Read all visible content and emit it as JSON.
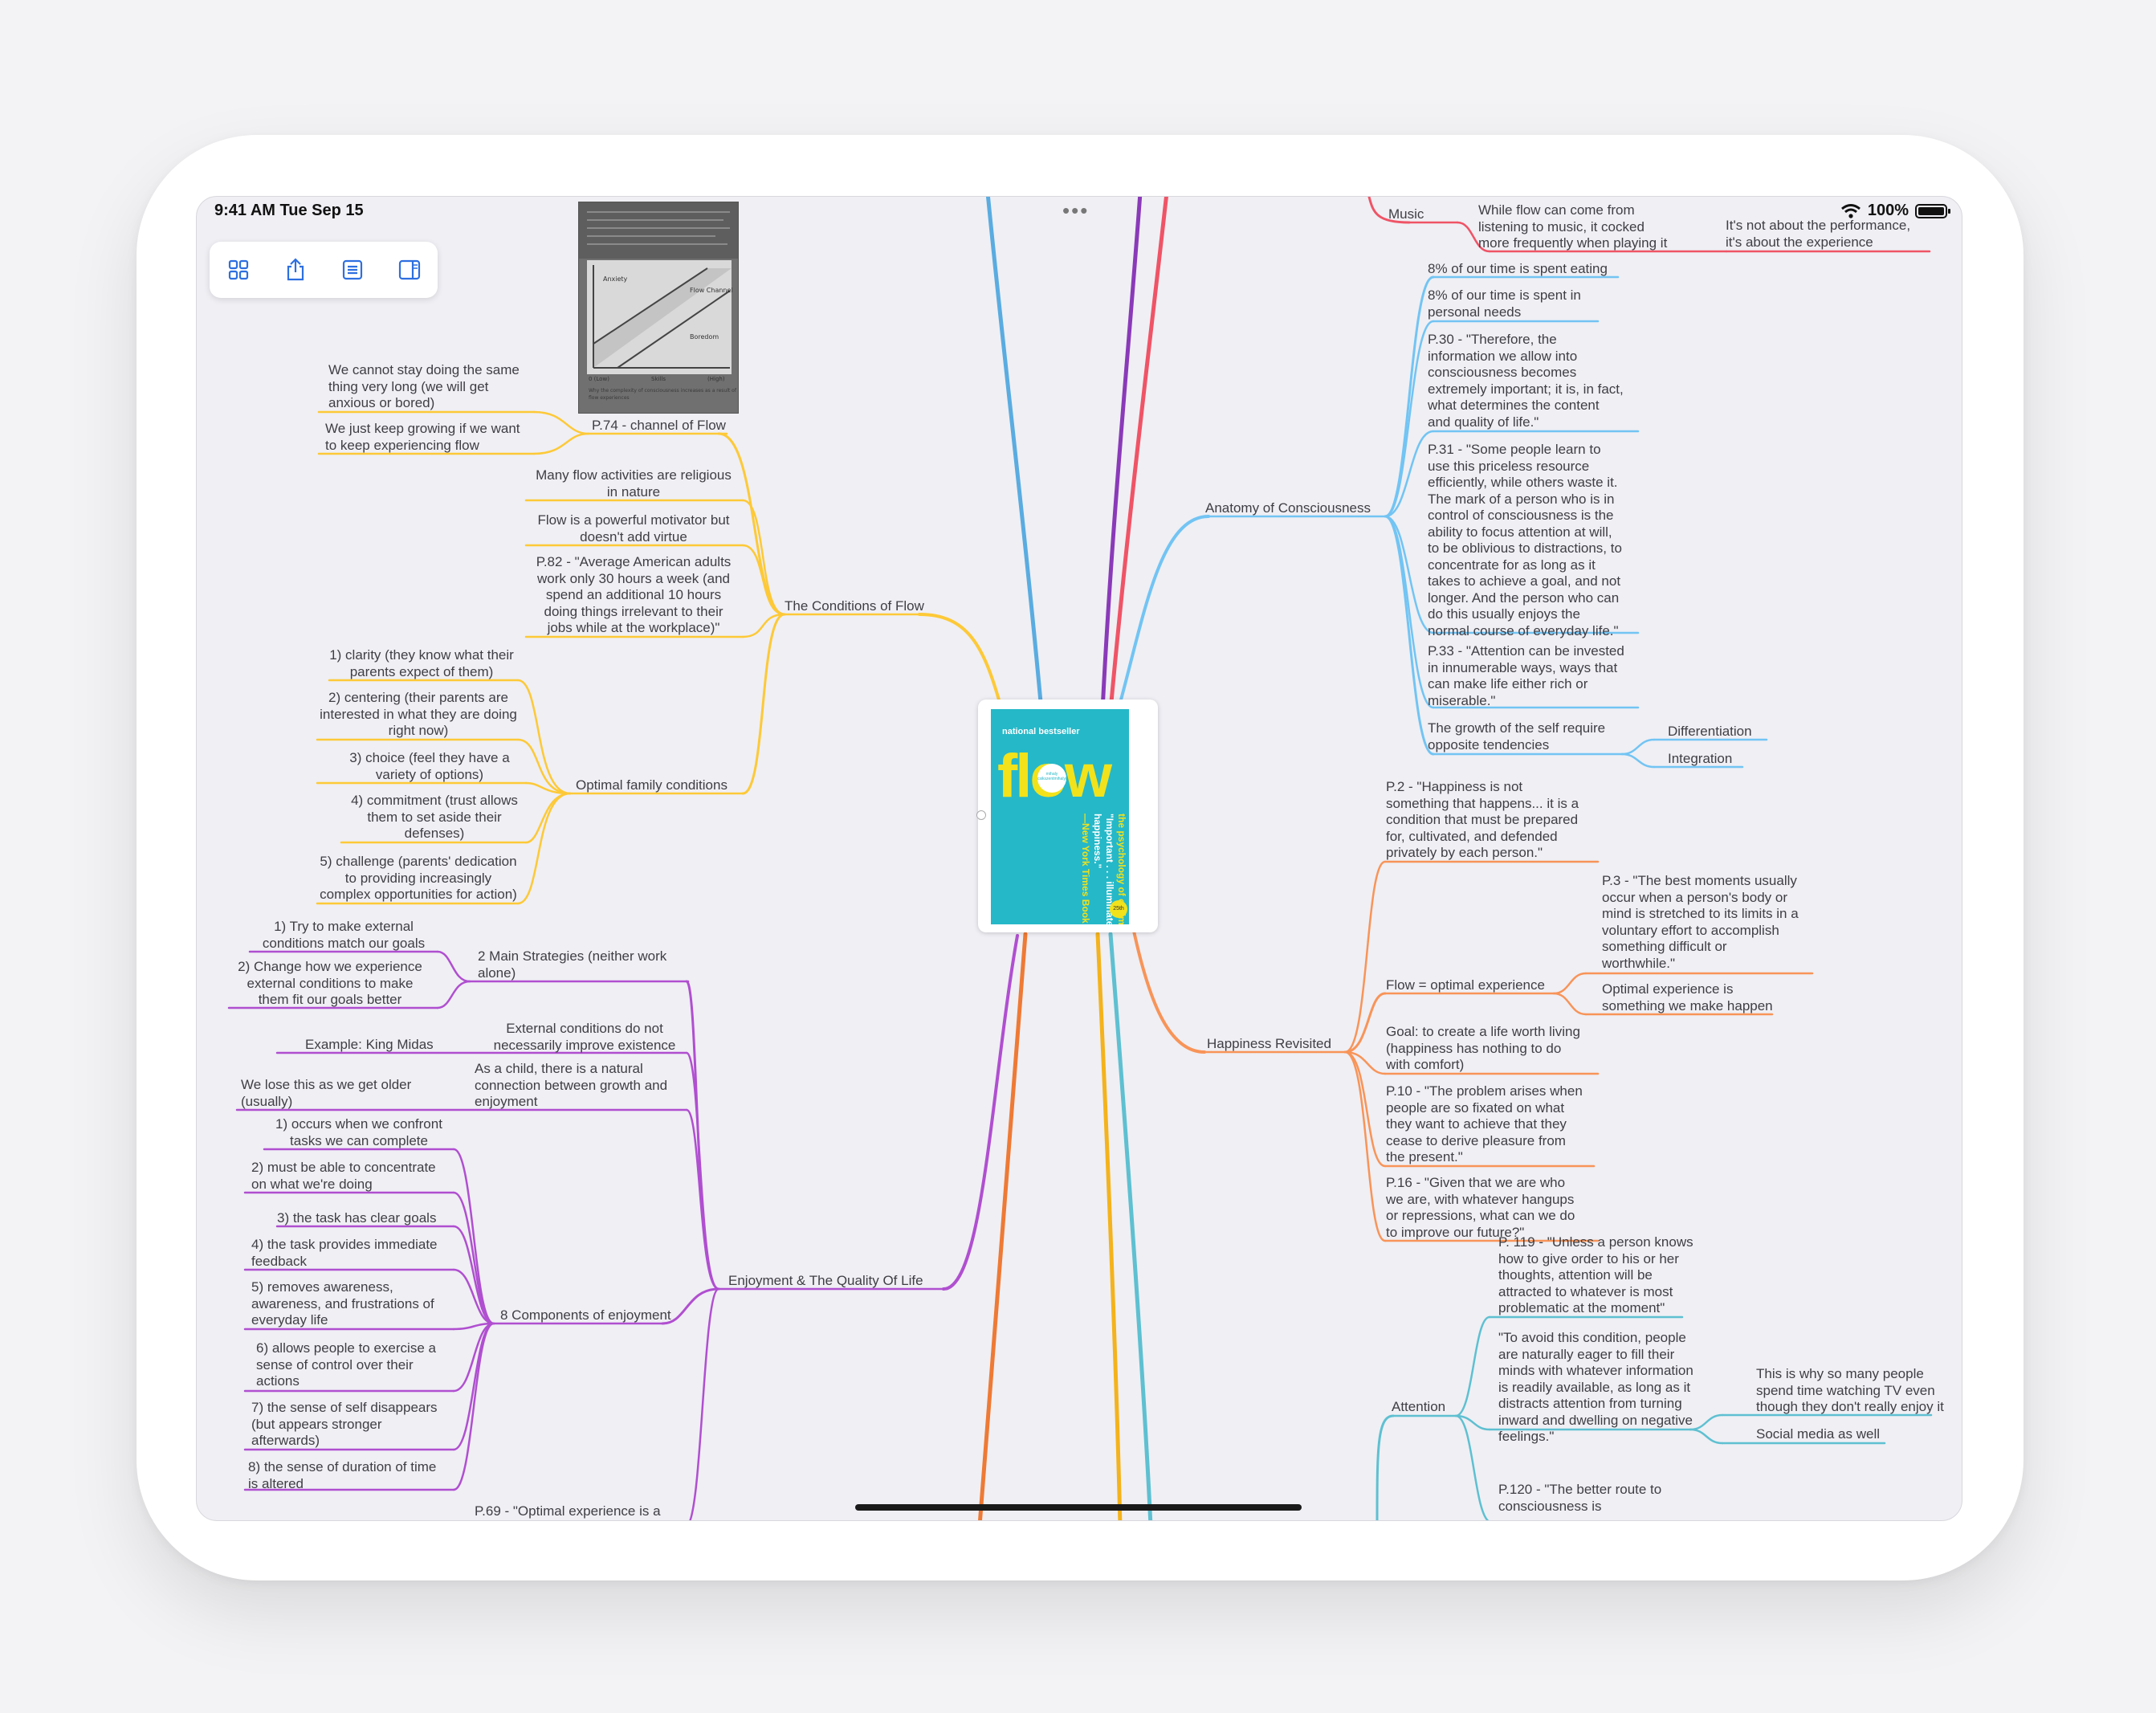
{
  "status": {
    "time": "9:41 AM   Tue Sep 15",
    "battery": "100%"
  },
  "menu_dots": "•••",
  "toolbar": [
    {
      "icon": "grid-icon"
    },
    {
      "icon": "share-icon"
    },
    {
      "icon": "outline-icon"
    },
    {
      "icon": "sidebar-icon"
    }
  ],
  "photo": {
    "line1": "Why the complexity of consciousness increases as a result of",
    "line2": "flow experiences",
    "labels": {
      "anxiety": "Anxiety",
      "flow": "Flow Channel",
      "boredom": "Boredom",
      "low": "0 (Low)",
      "skills": "Skills",
      "high": "(High)"
    }
  },
  "book": {
    "bestseller": "national bestseller",
    "title": "flow",
    "subtitle": "the psychology of optimal experience",
    "quote": "\"Important . . . illuminates the way to happiness.\"",
    "source": "—New York Times Book Review",
    "badge": "mihaly csikszentmihalyi",
    "sticker": "25th"
  },
  "colors": {
    "yellow": "#fdc937",
    "purple": "#b04fd0",
    "blue": "#72c4f3",
    "orange": "#f89458",
    "teal": "#5ec0d1",
    "red": "#ef5466",
    "violet": "#8a3ab8",
    "goldline": "#f4b31c",
    "orangeline": "#ee7a35"
  },
  "nodes": {
    "conditions_of_flow": "The Conditions of Flow",
    "p74_channel": "P.74 - channel of Flow",
    "cannot_stay": "We cannot stay doing the same\nthing very long (we will get\nanxious or bored)",
    "keep_growing": "We just keep growing if we want\nto keep experiencing flow",
    "religious": "Many flow activities are religious\nin nature",
    "motivator": "Flow is a powerful motivator but\ndoesn't add virtue",
    "p82": "P.82 - \"Average American adults\nwork only 30 hours a week (and\nspend an additional 10 hours\ndoing things irrelevant to their\njobs while at the workplace)\"",
    "optimal_family": "Optimal family conditions",
    "clarity": "1) clarity (they know what their\nparents expect of them)",
    "centering": "2) centering (their parents are\ninterested in what they are doing\nright now)",
    "choice": "3) choice (feel they have a\nvariety of options)",
    "commitment": "4) commitment (trust allows\nthem to set aside their\ndefenses)",
    "challenge": "5) challenge (parents' dedication\nto providing increasingly\ncomplex opportunities for action)",
    "enjoyment_quality": "Enjoyment & The Quality Of Life",
    "two_strategies": "2 Main Strategies (neither work\nalone)",
    "try_match": "1) Try to make external\nconditions match our goals",
    "change_how": "2) Change how we experience\nexternal conditions to make\nthem fit our goals better",
    "external_conditions": "External conditions do not\nnecessarily improve existence",
    "king_midas": "Example: King Midas",
    "as_child": "As a child, there is a natural\nconnection between growth and\nenjoyment",
    "lose_this": "We lose this as we get older\n(usually)",
    "eight_components": "8 Components of enjoyment",
    "comp1": "1) occurs when we confront\ntasks we can complete",
    "comp2": "2) must be able to concentrate\non what we're doing",
    "comp3": "3) the task has clear goals",
    "comp4": "4) the task provides immediate\nfeedback",
    "comp5": "5) removes awareness,\nawareness, and frustrations of\neveryday life",
    "comp6": "6) allows people to exercise a\nsense of control over their\nactions",
    "comp7": "7) the sense of self disappears\n(but appears stronger\nafterwards)",
    "comp8": "8) the sense of duration of time\nis altered",
    "p69": "P.69 - \"Optimal experience is a",
    "music": "Music",
    "music_play": "While flow can come from\nlistening to music, it cocked\nmore frequently when playing it",
    "music_performance": "It's not about the performance,\nit's about the experience",
    "anatomy": "Anatomy of Consciousness",
    "eating": "8% of our time is spent eating",
    "personal_needs": "8% of our time is spent in\npersonal needs",
    "p30": "P.30 - \"Therefore, the\ninformation we allow into\nconsciousness becomes\nextremely important; it is, in fact,\nwhat determines the content\nand quality of life.\"",
    "p31": "P.31 - \"Some people learn to\nuse this priceless resource\nefficiently, while others waste it.\nThe mark of a person who is in\ncontrol of consciousness is the\nability to focus attention at will,\nto be oblivious to distractions, to\nconcentrate for as long as it\ntakes to achieve a goal, and not\nlonger. And the person who can\ndo this usually enjoys the\nnormal course of everyday life.\"",
    "p33": "P.33 - \"Attention can be invested\nin innumerable ways, ways that\ncan make life either rich or\nmiserable.\"",
    "growth_self": "The growth of the self require\nopposite tendencies",
    "differentiation": "Differentiation",
    "integration": "Integration",
    "happiness_revisited": "Happiness Revisited",
    "p2": "P.2 - \"Happiness is not\nsomething that happens... it is a\ncondition that must be prepared\nfor, cultivated, and defended\nprivately by each person.\"",
    "flow_optimal": "Flow = optimal experience",
    "p3": "P.3 - \"The best moments usually\noccur when a person's body or\nmind is stretched to its limits in a\nvoluntary effort to accomplish\nsomething difficult or\nworthwhile.\"",
    "optimal_make": "Optimal experience is\nsomething we make happen",
    "goal_life": "Goal: to create a life worth living\n(happiness has nothing to do\nwith comfort)",
    "p10": "P.10 - \"The problem arises when\npeople are so fixated on what\nthey want to achieve that they\ncease to derive pleasure from\nthe present.\"",
    "p16": "P.16 - \"Given that we are who\nwe are, with whatever hangups\nor repressions, what can we do\nto improve our future?\"",
    "attention": "Attention",
    "p119": "P. 119 - \"Unless a person knows\nhow to give order to his or her\nthoughts, attention will be\nattracted to whatever is most\nproblematic at the moment\"",
    "avoid": "\"To avoid this condition, people\nare naturally eager to fill their\nminds with whatever information\nis readily available, as long as it\ndistracts attention from turning\ninward and dwelling on negative\nfeelings.\"",
    "tv": "This is why so many people\nspend time watching TV even\nthough they don't really enjoy it",
    "social_media": "Social media as well",
    "p120": "P.120 - \"The better route to\nconsciousness is"
  }
}
